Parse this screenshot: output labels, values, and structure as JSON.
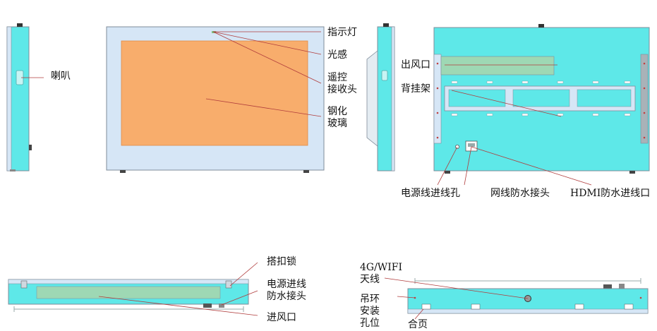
{
  "labels": {
    "speaker": "喇叭",
    "indicator_light": "指示灯",
    "light_sensor": "光感",
    "remote_receiver": "遥控\n接收头",
    "tempered_glass": "钢化\n玻璃",
    "air_outlet_back": "出风口",
    "wall_mount": "背挂架",
    "power_cable_hole": "电源线进线孔",
    "network_connector": "网线防水接头",
    "hdmi_connector": "HDMI防水进线口",
    "latch_lock": "搭扣锁",
    "power_inlet_connector": "电源进线\n防水接头",
    "air_inlet": "进风口",
    "antenna": "4G/WIFI\n天线",
    "hanging_ring_hole": "吊环\n安装\n孔位",
    "hinge": "合页"
  },
  "colors": {
    "cyan_panel": "#5ee8e8",
    "frame_light": "#d6e6f6",
    "screen_orange": "#f8ad6c",
    "vent_green": "#9ed8b4",
    "leader_line": "#b03c3c",
    "outline": "#7f8c9a"
  }
}
